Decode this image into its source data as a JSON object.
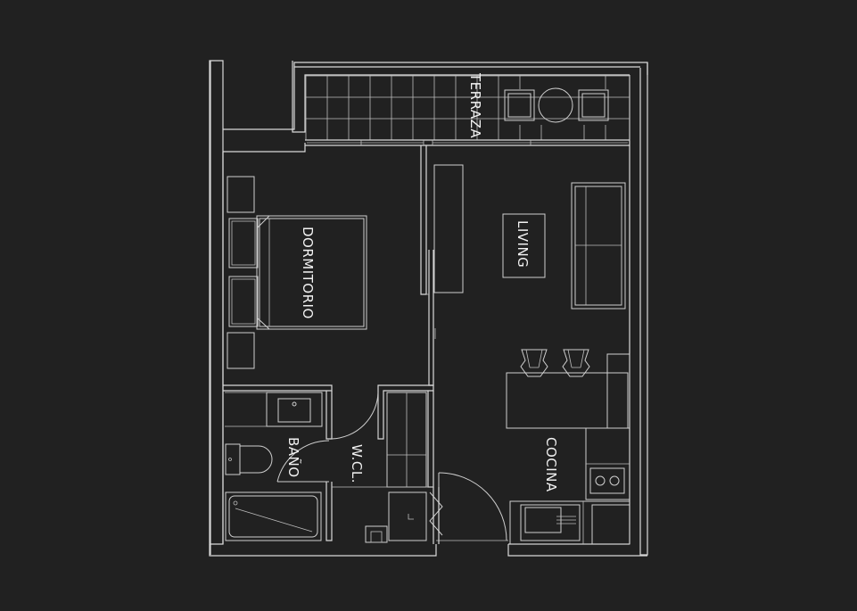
{
  "rooms": {
    "terraza": "TERRAZA",
    "dormitorio": "DORMITORIO",
    "living": "LIVING",
    "bano": "BAÑO",
    "wcl": "W.CL.",
    "cocina": "COCINA"
  },
  "colors": {
    "background": "#212121",
    "lines": "#d9d9d9",
    "labels": "#f2f2f2"
  }
}
